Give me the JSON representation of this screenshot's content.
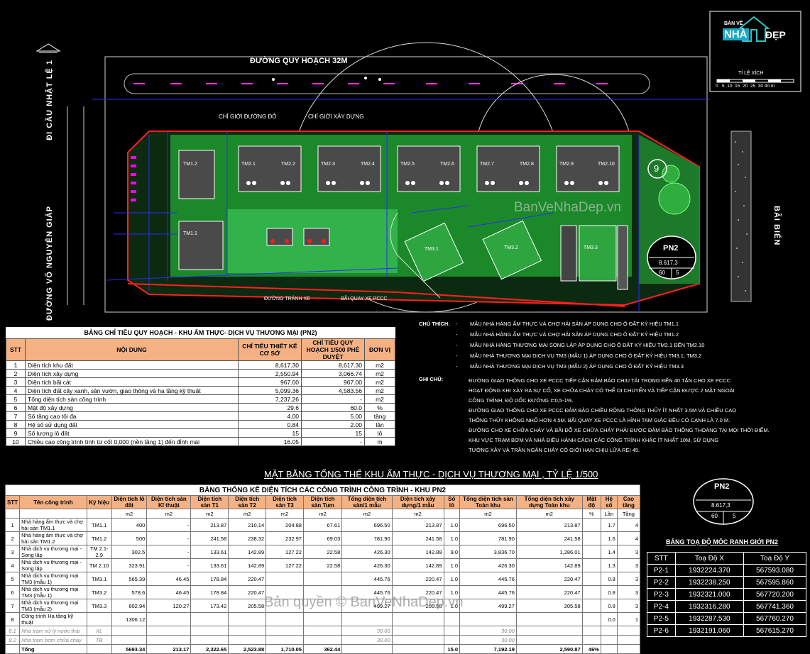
{
  "logo": {
    "text": "BẢN VẼ NHÀ ĐẸP",
    "part1": "BẢN VẼ",
    "part2": "NHÀ",
    "part3": "ĐẸP"
  },
  "watermark": {
    "top": "BanVeNhaDep.vn",
    "bottom": "Bản quyền © BanVeNhaDep.vn"
  },
  "scale": {
    "title": "TỈ LỆ XÍCH",
    "ticks": [
      "0",
      "5",
      "10",
      "15",
      "20",
      "25",
      "30",
      "40 m"
    ]
  },
  "labels": {
    "road_top": "ĐƯỜNG QUY HOẠCH 32M",
    "left_1": "ĐI CẦU NHẬT LỆ 1",
    "left_2": "ĐƯỜNG VÕ NGUYÊN GIÁP",
    "right": "BÃI BIỂN",
    "chi_gioi_duong_do": "CHỈ GIỚI ĐƯỜNG ĐỎ",
    "chi_gioi_xay_dung": "CHỈ GIỚI XÂY DỰNG",
    "duong_tranh_xe": "ĐƯỜNG TRÁNH XE",
    "bai_quay_xe": "BÃI QUAY XE PCCC",
    "circle_9": "9",
    "drawing_title": "MẶT BẰNG TỔNG THỂ KHU ẨM THỰC - DỊCH VỤ THƯƠNG MẠI , TỶ LỆ 1/500"
  },
  "buildings": [
    "TM1.2",
    "TM2.1",
    "TM2.2",
    "TM2.3",
    "TM2.4",
    "TM2.5",
    "TM2.6",
    "TM2.7",
    "TM2.8",
    "TM2.9",
    "TM1.1",
    "TM2.10",
    "TM3.1",
    "TM3.2",
    "TM3.3"
  ],
  "pn2_badge": {
    "name": "PN2",
    "area": "8.617,3",
    "a": "60",
    "b": "5"
  },
  "table1": {
    "title": "BẢNG CHỈ TIÊU QUY HOẠCH - KHU ẨM THỰC- DỊCH VỤ THƯƠNG MẠI (PN2)",
    "headers": [
      "STT",
      "NỘI DUNG",
      "CHỈ TIÊU THIẾT KẾ CƠ SỞ",
      "CHỈ TIÊU QUY HOẠCH 1/500 PHÊ DUYỆT",
      "ĐƠN VỊ"
    ],
    "rows": [
      [
        "1",
        "Diện tích khu đất",
        "8,617.30",
        "8,617.30",
        "m2"
      ],
      [
        "2",
        "Diện tích xây dựng",
        "2,550.94",
        "3,066.74",
        "m2"
      ],
      [
        "3",
        "Diện tích bãi cát",
        "967.00",
        "967.00",
        "m2"
      ],
      [
        "4",
        "Diện tích đất cây xanh, sân vườn, giao thông và hạ tầng kỹ thuật",
        "5,099.36",
        "4,583.56",
        "m2"
      ],
      [
        "5",
        "Tổng diện tích sàn công trình",
        "7,237.26",
        "-",
        "m2"
      ],
      [
        "6",
        "Mật độ xây dựng",
        "29.6",
        "60.0",
        "%"
      ],
      [
        "7",
        "Số tầng cao tối đa",
        "4.00",
        "5.00",
        "tầng"
      ],
      [
        "8",
        "Hệ số sử dụng đất",
        "0.84",
        "2.00",
        "lần"
      ],
      [
        "9",
        "Số lượng lô đất",
        "15",
        "15",
        "lô"
      ],
      [
        "10",
        "Chiều cao công trình tính từ cốt 0,000 (nền tầng 1) đến đỉnh mái",
        "16.05",
        "-",
        "m"
      ]
    ]
  },
  "notes": {
    "chu_thich_label": "CHÚ THÍCH:",
    "chu_thich": [
      "MẪU NHÀ HÀNG ẨM THỰC VÀ CHỢ HẢI SẢN ÁP DỤNG CHO Ô ĐẤT KÝ HIỆU TM1.1",
      "MẪU NHÀ HÀNG ẨM THỰC VÀ CHỢ HẢI SẢN ÁP DỤNG CHO Ô ĐẤT KÝ HIỆU TM1.2",
      "MẪU NHÀ HÀNG THƯƠNG MẠI SONG LẬP ÁP DỤNG CHO Ô ĐẤT KÝ HIỆU TM2.1 ĐẾN TM2.10",
      "MẪU NHÀ THƯƠNG MẠI DỊCH VỤ TM3 (MẪU 1) ÁP DỤNG CHO Ô ĐẤT KÝ HIỆU TM3.1; TM3.2",
      "MẪU NHÀ THƯƠNG MẠI DỊCH VỤ TM3 (MẪU 2) ÁP DỤNG CHO Ô ĐẤT KÝ HIỆU TM3.3"
    ],
    "ghi_chu_label": "GHI CHÚ:",
    "ghi_chu": [
      "ĐƯỜNG GIAO THÔNG CHO XE PCCC TIẾP CẬN ĐẢM BẢO CHỊU TẢI TRỌNG ĐẾN 40 TẤN CHO XE PCCC",
      "HOẠT ĐỘNG KHI XẢY RA SỰ CỐ, XE CHỮA CHÁY CÓ THỂ DI CHUYỂN VÀ TIẾP CẬN ĐƯỢC 2 MẶT NGOÀI",
      "CÔNG TRÌNH, ĐỘ DỐC ĐƯỜNG I=0,5-1%.",
      "ĐƯỜNG GIAO THÔNG CHO XE PCCC ĐẢM BẢO CHIỀU RỘNG THÔNG THỦY ÍT NHẤT 3.5M VÀ CHIỀU CAO",
      "THÔNG THỦY KHÔNG NHỎ HƠN 4.5M. BÃI QUAY XE PCCC LÀ HÌNH TAM GIÁC ĐỀU CÓ CẠNH LÀ 7.0 M.",
      "ĐƯỜNG CHO XE CHỮA CHÁY VÀ BÃI ĐỖ XE CHỮA CHÁY PHẢI ĐƯỢC ĐẢM BẢO THÔNG THOÁNG TẠI MỌI THỜI ĐIỂM.",
      "KHU VỰC TRẠM BƠM VÀ NHÀ ĐIỀU HÀNH CÁCH CÁC CÔNG TRÌNH KHÁC ÍT NHẤT 10M, SỬ DỤNG",
      "TƯỜNG XÂY VÀ TRẦN NGĂN CHÁY CÓ GIỚI HẠN CHỊU LỬA REI 45."
    ]
  },
  "table2": {
    "title": "BẢNG THỐNG KÊ DIỆN TÍCH CÁC CÔNG TRÌNH CÔNG TRÌNH - KHU PN2",
    "headers": [
      "STT",
      "Tên công trình",
      "Ký hiệu",
      "Diện tích lô đất",
      "Diện tích sàn Kĩ thuật",
      "Diện tích sàn T1",
      "Diện tích sàn T2",
      "Diện tích sàn T3",
      "Diện tích sàn Tum",
      "Tổng diện tích sàn/1 mẫu",
      "Diện tích xây dựng/1 mẫu",
      "Số lô",
      "Tổng diện tích sàn Toàn khu",
      "Tổng diện tích xây dựng Toàn khu",
      "Mật độ",
      "Hệ số",
      "Cao tầng"
    ],
    "units": [
      "",
      "",
      "",
      "m2",
      "m2",
      "m2",
      "m2",
      "m2",
      "m2",
      "m2",
      "m2",
      "",
      "m2",
      "m2",
      "%",
      "Lần",
      "Tầng"
    ],
    "rows": [
      [
        "1",
        "Nhà hàng ẩm thực và chợ hải sản TM1.1",
        "TM1.1",
        "400",
        "-",
        "213.87",
        "210.14",
        "204.88",
        "67.61",
        "696.50",
        "213.87",
        "1.0",
        "696.50",
        "213.87",
        "",
        "1.7",
        "4"
      ],
      [
        "2",
        "Nhà hàng ẩm thực và chợ hải sản TM1.2",
        "TM1.2",
        "500",
        "-",
        "241.58",
        "238.32",
        "232.97",
        "69.03",
        "781.90",
        "241.58",
        "1.0",
        "781.90",
        "241.58",
        "",
        "1.6",
        "4"
      ],
      [
        "3",
        "Nhà dịch vụ thương mại - Song lập",
        "TM 2.1-2.9",
        "302.5",
        "-",
        "133.61",
        "142.89",
        "127.22",
        "22.58",
        "426.30",
        "142.89",
        "9.0",
        "3,836.70",
        "1,286.01",
        "",
        "1.4",
        "3"
      ],
      [
        "4",
        "Nhà dịch vụ thương mại - Song lập",
        "TM 2.10",
        "323.91",
        "-",
        "133.61",
        "142.89",
        "127.22",
        "22.58",
        "426.30",
        "142.89",
        "1.0",
        "426.30",
        "142.89",
        "",
        "1.3",
        "3"
      ],
      [
        "5",
        "Nhà dịch vụ thương mại TM3 (mẫu 1)",
        "TM3.1",
        "565.39",
        "46.45",
        "178.84",
        "220.47",
        "",
        "",
        "445.76",
        "220.47",
        "1.0",
        "445.76",
        "220.47",
        "",
        "0.8",
        "3"
      ],
      [
        "6",
        "Nhà dịch vụ thương mại TM3 (mẫu 1)",
        "TM3.2",
        "578.6",
        "46.45",
        "178.84",
        "220.47",
        "",
        "",
        "445.76",
        "220.47",
        "1.0",
        "445.76",
        "220.47",
        "",
        "0.8",
        "3"
      ],
      [
        "7",
        "Nhà dịch vụ thương mại TM3 (mẫu 2)",
        "TM3.3",
        "602.94",
        "120.27",
        "173.42",
        "205.58",
        "",
        "",
        "499.27",
        "205.58",
        "1.0",
        "499.27",
        "205.58",
        "",
        "0.8",
        "3"
      ],
      [
        "8",
        "Công trình Hạ tầng kỹ thuật",
        "",
        "1306.12",
        "",
        "",
        "",
        "",
        "",
        "",
        "",
        "",
        "",
        "",
        "",
        "0.0",
        "1"
      ]
    ],
    "sub_rows": [
      [
        "8.1",
        "Nhà trạm xử lý nước thải",
        "XL",
        "",
        "",
        "",
        "",
        "",
        "",
        "30.00",
        "",
        "",
        "30.00",
        "",
        "",
        "",
        ""
      ],
      [
        "8.2",
        "Nhà trạm bơm chữa cháy",
        "TB",
        "",
        "",
        "",
        "",
        "",
        "",
        "30.00",
        "",
        "",
        "30.00",
        "",
        "",
        "",
        ""
      ]
    ],
    "total": [
      "",
      "Tổng",
      "",
      "5693.34",
      "213.17",
      "2,322.65",
      "2,523.88",
      "1,710.05",
      "362.44",
      "",
      "",
      "15.0",
      "7,192.19",
      "2,590.87",
      "46%",
      "",
      ""
    ]
  },
  "pn2_badge_bottom": {
    "name": "PN2",
    "area": "8.617,3",
    "a": "60",
    "b": "5"
  },
  "table3": {
    "title": "BẢNG TOẠ ĐỘ MỐC RANH GIỚI PN2",
    "headers": [
      "STT",
      "Toạ Độ X",
      "Toạ Độ Y"
    ],
    "rows": [
      [
        "P2-1",
        "1932224.370",
        "567593.080"
      ],
      [
        "P2-2",
        "1932238.250",
        "567595.860"
      ],
      [
        "P2-3",
        "1932321.000",
        "567720.200"
      ],
      [
        "P2-4",
        "1932316.280",
        "567741.360"
      ],
      [
        "P2-5",
        "1932287.530",
        "567760.270"
      ],
      [
        "P2-6",
        "1932191.060",
        "567615.270"
      ]
    ]
  },
  "colors": {
    "site_green": "#1f9a2e",
    "boundary_red": "#ff2020",
    "cad_blue": "#2a2aff",
    "header_orange": "#f4b183",
    "magenta": "#ff00ff"
  }
}
